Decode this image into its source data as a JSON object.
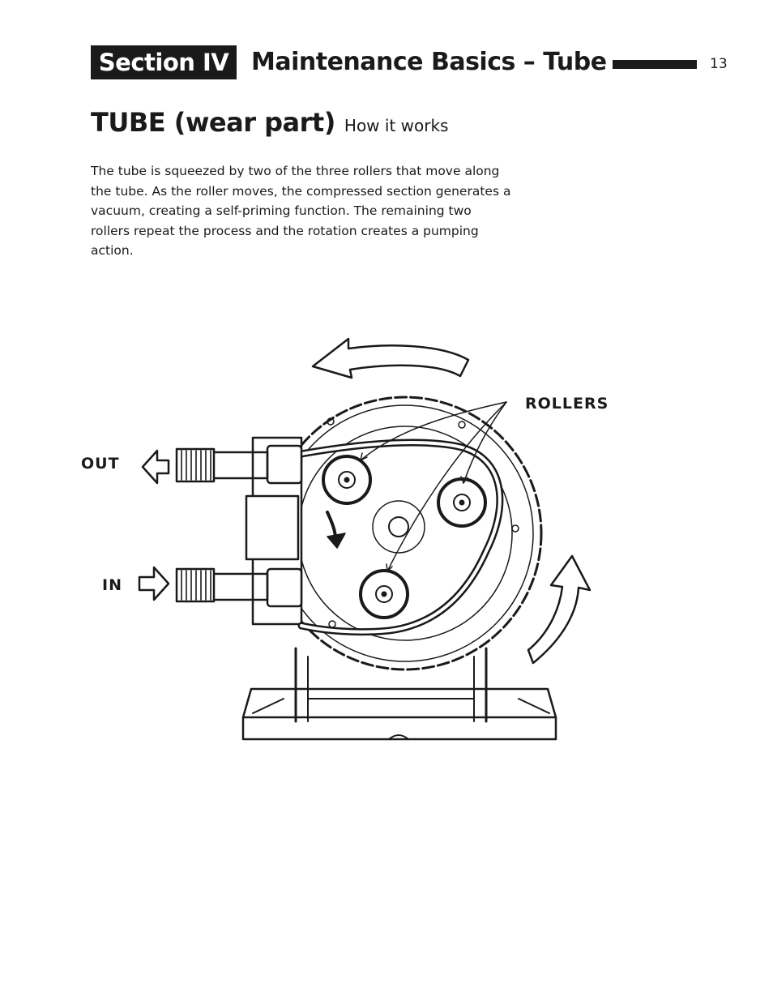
{
  "header": {
    "section_label": "Section IV",
    "title": "Maintenance Basics – Tube",
    "page_number": "13"
  },
  "topic": {
    "title": "TUBE (wear part)",
    "subtitle": "How it works"
  },
  "body": {
    "paragraph": "The tube is squeezed by two of the three rollers that move along the tube. As the roller moves, the compressed section generates a vacuum, creating a self-priming function. The remaining two rollers repeat the process and the rotation creates a pumping action."
  },
  "figure": {
    "label_rollers": "ROLLERS",
    "label_out": "OUT",
    "label_in": "IN"
  }
}
